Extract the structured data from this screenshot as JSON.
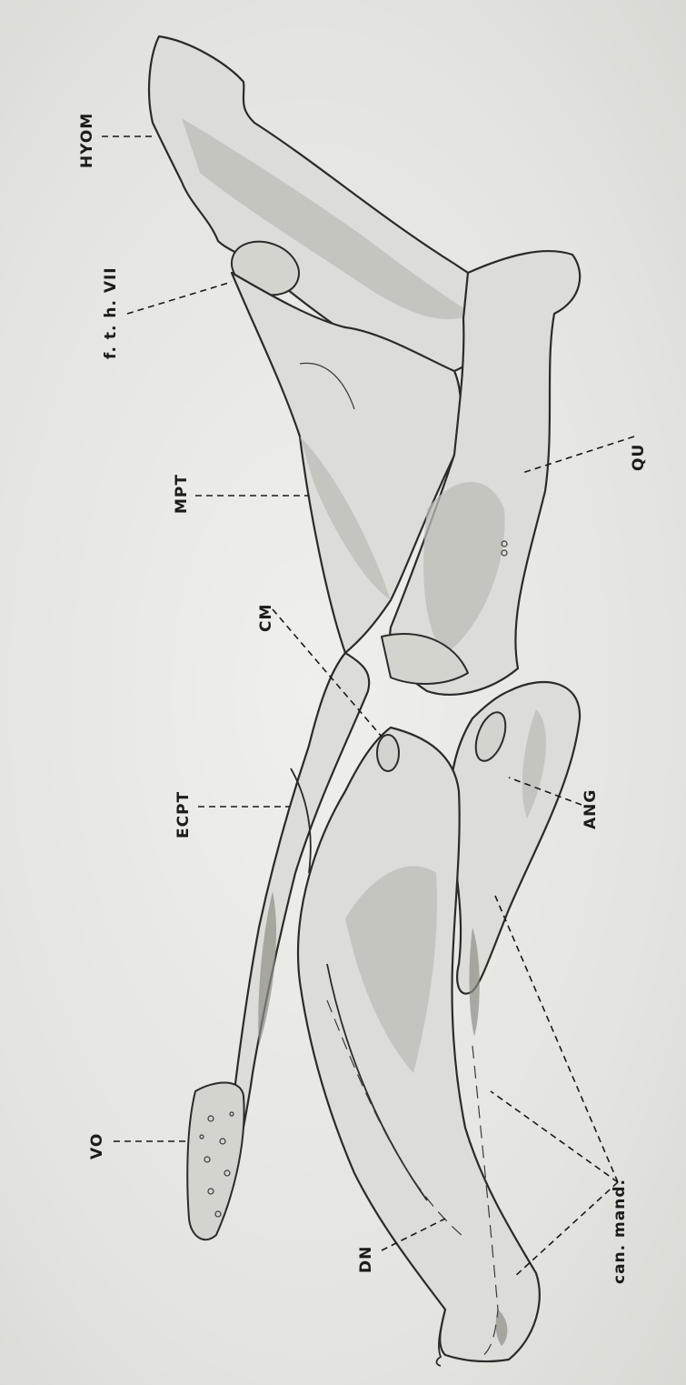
{
  "labels": {
    "hyom": "HYOM",
    "fth": "f. t. h. VII",
    "mpt": "MPT",
    "qu": "QU",
    "cm": "CM",
    "ecpt": "ECPT",
    "ang": "ANG",
    "vo": "VO",
    "dn": "DN",
    "can_mand": "can. mand."
  }
}
